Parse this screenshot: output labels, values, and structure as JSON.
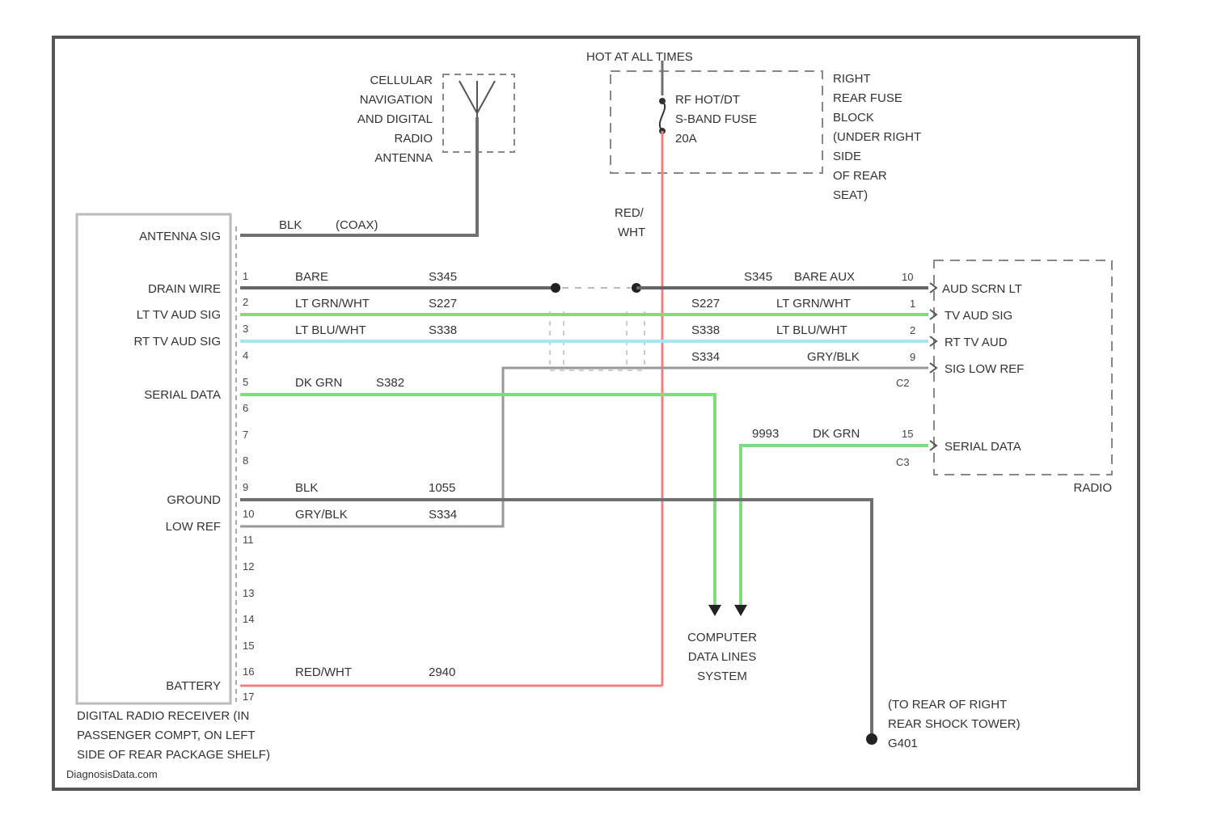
{
  "header": {
    "hot_label": "HOT AT ALL TIMES"
  },
  "fuse": {
    "name_lines": [
      "RF HOT/DT",
      "S-BAND FUSE",
      "20A"
    ],
    "location_lines": [
      "RIGHT",
      "REAR FUSE",
      "BLOCK",
      "(UNDER RIGHT",
      "SIDE",
      "OF REAR",
      "SEAT)"
    ]
  },
  "antenna": {
    "label_lines": [
      "CELLULAR",
      "NAVIGATION",
      "AND DIGITAL",
      "RADIO",
      "ANTENNA"
    ],
    "wire_color": "BLK",
    "wire_type": "(COAX)"
  },
  "feed_wire": {
    "color_lines": [
      "RED/",
      "WHT"
    ]
  },
  "receiver": {
    "pin_labels": {
      "antenna": "ANTENNA SIG",
      "drain": "DRAIN WIRE",
      "lt_tv": "LT TV AUD SIG",
      "rt_tv": "RT TV AUD SIG",
      "serial": "SERIAL DATA",
      "ground": "GROUND",
      "lowref": "LOW REF",
      "battery": "BATTERY"
    },
    "pins": [
      "1",
      "2",
      "3",
      "4",
      "5",
      "6",
      "7",
      "8",
      "9",
      "10",
      "11",
      "12",
      "13",
      "14",
      "15",
      "16",
      "17"
    ],
    "caption_lines": [
      "DIGITAL RADIO RECEIVER (IN",
      "PASSENGER COMPT, ON LEFT",
      "SIDE OF REAR PACKAGE SHELF)"
    ],
    "wires": {
      "drain": {
        "color": "BARE",
        "circuit": "S345"
      },
      "lt_tv": {
        "color": "LT GRN/WHT",
        "circuit": "S227"
      },
      "rt_tv": {
        "color": "LT BLU/WHT",
        "circuit": "S338"
      },
      "serial": {
        "color": "DK GRN",
        "circuit": "S382"
      },
      "ground": {
        "color": "BLK",
        "circuit": "1055"
      },
      "lowref": {
        "color": "GRY/BLK",
        "circuit": "S334"
      },
      "battery": {
        "color": "RED/WHT",
        "circuit": "2940"
      }
    }
  },
  "radio": {
    "pin_labels": {
      "aud_lt": "AUD SCRN LT",
      "tv_aud": "TV AUD SIG",
      "rt_tv": "RT TV AUD",
      "lowref": "SIG LOW REF",
      "serial": "SERIAL DATA"
    },
    "label": "RADIO",
    "wires": {
      "drain": {
        "circuit": "S345",
        "color": "BARE AUX",
        "pin": "10"
      },
      "lt_tv": {
        "circuit": "S227",
        "color": "LT GRN/WHT",
        "pin": "1"
      },
      "rt_tv": {
        "circuit": "S338",
        "color": "LT BLU/WHT",
        "pin": "2"
      },
      "lowref": {
        "circuit": "S334",
        "color": "GRY/BLK",
        "pin": "9"
      },
      "serial": {
        "circuit": "9993",
        "color": "DK GRN",
        "pin": "15"
      }
    },
    "connectors": [
      "C2",
      "C3"
    ]
  },
  "computer": {
    "label_lines": [
      "COMPUTER",
      "DATA LINES",
      "SYSTEM"
    ]
  },
  "ground_point": {
    "label_lines": [
      "(TO REAR OF RIGHT",
      "REAR SHOCK TOWER)",
      "G401"
    ]
  },
  "watermark": "DiagnosisData.com",
  "colors": {
    "red_wire": "#f08080",
    "green_wire": "#7fdc7f",
    "blue_wire": "#a8e6ef",
    "gray_wire": "#707070",
    "frame": "#555555"
  }
}
